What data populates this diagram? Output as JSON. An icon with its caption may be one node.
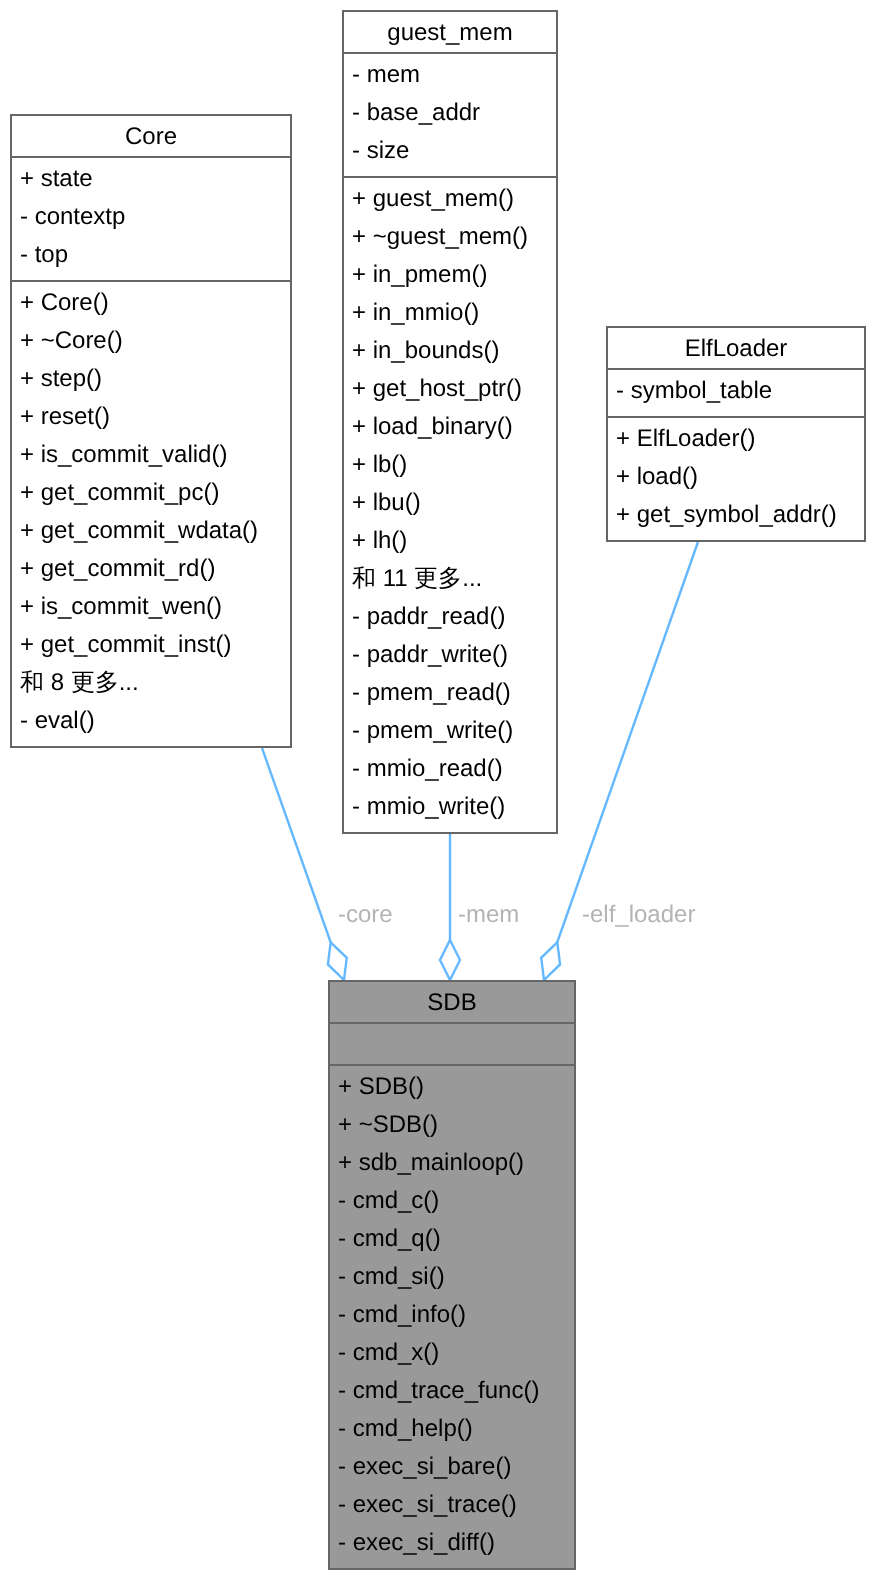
{
  "diagram": {
    "nodes": [
      {
        "text": [
          "Core"
        ]
      },
      {
        "text": [
          "+ state",
          "- contextp",
          "- top"
        ],
        "in": 0
      },
      {
        "text": [
          "+ Core()",
          "+ ~Core()",
          "+ step()",
          "+ reset()",
          "+ is_commit_valid()",
          "+ get_commit_pc()",
          "+ get_commit_wdata()",
          "+ get_commit_rd()",
          "+ is_commit_wen()",
          "+ get_commit_inst()",
          "和 8 更多...",
          "- eval()"
        ],
        "in": 0
      },
      {
        "text": [
          "guest_mem"
        ]
      },
      {
        "text": [
          "- mem",
          "- base_addr",
          "- size"
        ],
        "in": 3
      },
      {
        "text": [
          "+ guest_mem()",
          "+ ~guest_mem()",
          "+ in_pmem()",
          "+ in_mmio()",
          "+ in_bounds()",
          "+ get_host_ptr()",
          "+ load_binary()",
          "+ lb()",
          "+ lbu()",
          "+ lh()",
          "和 11 更多...",
          "- paddr_read()",
          "- paddr_write()",
          "- pmem_read()",
          "- pmem_write()",
          "- mmio_read()",
          "- mmio_write()"
        ],
        "in": 3
      },
      {
        "text": [
          "ElfLoader"
        ]
      },
      {
        "text": [
          "- symbol_table"
        ],
        "in": 6
      },
      {
        "text": [
          "+ ElfLoader()",
          "+ load()",
          "+ get_symbol_addr()"
        ],
        "in": 6
      },
      {
        "text": [
          "SDB"
        ]
      },
      {
        "text": [],
        "shape": "box",
        "in": 9
      },
      {
        "text": [
          "+ SDB()",
          "+ ~SDB()",
          "+ sdb_mainloop()",
          "- cmd_c()",
          "- cmd_q()",
          "- cmd_si()",
          "- cmd_info()",
          "- cmd_x()",
          "- cmd_trace_func()",
          "- cmd_help()",
          "- exec_si_bare()",
          "- exec_si_trace()",
          "- exec_si_diff()"
        ],
        "in": 9
      }
    ],
    "edges": [
      {
        "from": 0,
        "to": 9,
        "arrow": "other",
        "label": "-core"
      },
      {
        "from": 3,
        "to": 9,
        "arrow": "other",
        "label": "-mem"
      },
      {
        "from": 6,
        "to": 9,
        "arrow": "other",
        "label": "-elf_loader"
      }
    ]
  }
}
